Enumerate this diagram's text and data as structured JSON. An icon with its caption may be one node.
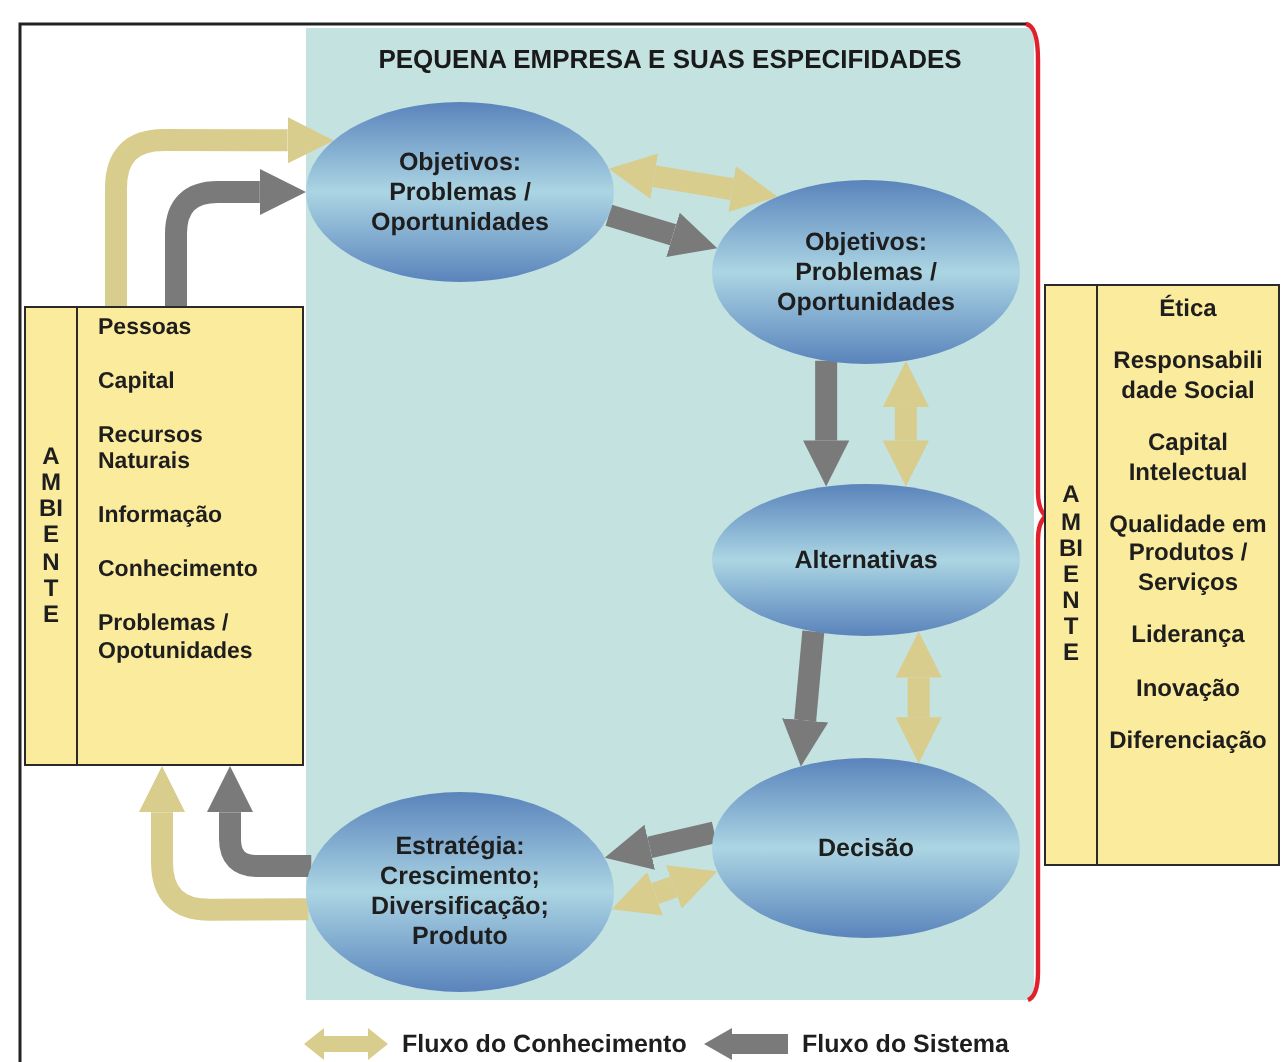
{
  "diagram": {
    "nodes": [
      {
        "text": [
          "PEQUENA EMPRESA E SUAS ESPECIFIDADES"
        ]
      },
      {
        "text": [
          "Objetivos: Problemas / Oportunidades"
        ],
        "in": 0
      },
      {
        "text": [
          "Objetivos: Problemas / Oportunidades"
        ],
        "in": 0
      },
      {
        "text": [
          "Alternativas"
        ],
        "in": 0
      },
      {
        "text": [
          "Decisão"
        ],
        "in": 0
      },
      {
        "text": [
          "Estratégia: Crescimento; Diversificação; Produto"
        ],
        "in": 0
      },
      {
        "text": [
          "AMBIENTE",
          "Pessoas",
          "Capital",
          "Recursos Naturais",
          "Informação",
          "Conhecimento",
          "Problemas / Opotunidades"
        ]
      },
      {
        "text": [
          "AMBIENTE",
          "Ética",
          "Responsabili dade Social",
          "Capital Intelectual",
          "Qualidade em Produtos / Serviços",
          "Liderança",
          "Inovação",
          "Diferenciação"
        ]
      }
    ],
    "edges": [
      {
        "from": 6,
        "to": 1,
        "arrow": "to",
        "color": "#d9cd8e"
      },
      {
        "from": 6,
        "to": 1,
        "arrow": "to",
        "color": "#7a7a7a"
      },
      {
        "from": 1,
        "to": 2,
        "arrow": "both",
        "color": "#d9cd8e"
      },
      {
        "from": 1,
        "to": 2,
        "arrow": "to",
        "color": "#7a7a7a"
      },
      {
        "from": 2,
        "to": 3,
        "arrow": "to",
        "color": "#7a7a7a"
      },
      {
        "from": 2,
        "to": 3,
        "arrow": "both",
        "color": "#d9cd8e"
      },
      {
        "from": 3,
        "to": 4,
        "arrow": "to",
        "color": "#7a7a7a"
      },
      {
        "from": 3,
        "to": 4,
        "arrow": "both",
        "color": "#d9cd8e"
      },
      {
        "from": 4,
        "to": 5,
        "arrow": "to",
        "color": "#7a7a7a"
      },
      {
        "from": 4,
        "to": 5,
        "arrow": "both",
        "color": "#d9cd8e"
      },
      {
        "from": 5,
        "to": 6,
        "arrow": "to",
        "color": "#7a7a7a"
      },
      {
        "from": 5,
        "to": 6,
        "arrow": "to",
        "color": "#d9cd8e"
      }
    ],
    "legend": [
      {
        "text": "Fluxo do Conhecimento"
      },
      {
        "text": "Fluxo do Sistema"
      }
    ]
  }
}
